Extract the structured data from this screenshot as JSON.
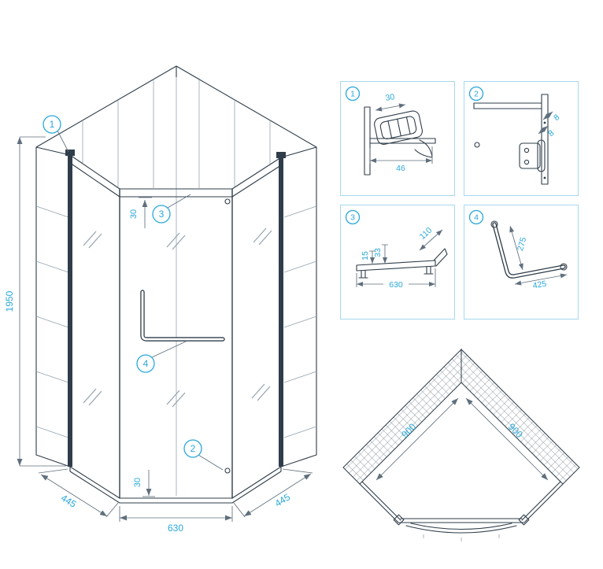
{
  "colors": {
    "line": "#2f3d4a",
    "accent": "#29a8dc",
    "dim_line": "#5f6f7d",
    "detail_border": "#a6d9ef"
  },
  "main_view": {
    "dim_height": "1950",
    "dim_depth_left": "445",
    "dim_width": "630",
    "dim_depth_right": "445",
    "dim_top_offset": "30",
    "dim_bottom_offset": "30",
    "callout_1": "1",
    "callout_2": "2",
    "callout_3": "3",
    "callout_4": "4"
  },
  "details": {
    "d1": {
      "label": "1",
      "dim_a": "30",
      "dim_b": "46"
    },
    "d2": {
      "label": "2",
      "dim_a": "8",
      "dim_b": "8"
    },
    "d3": {
      "label": "3",
      "dim_a": "110",
      "dim_b": "33",
      "dim_c": "15",
      "dim_d": "630"
    },
    "d4": {
      "label": "4",
      "dim_a": "275",
      "dim_b": "425"
    }
  },
  "plan_view": {
    "dim_wall_left": "900",
    "dim_wall_right": "900"
  }
}
